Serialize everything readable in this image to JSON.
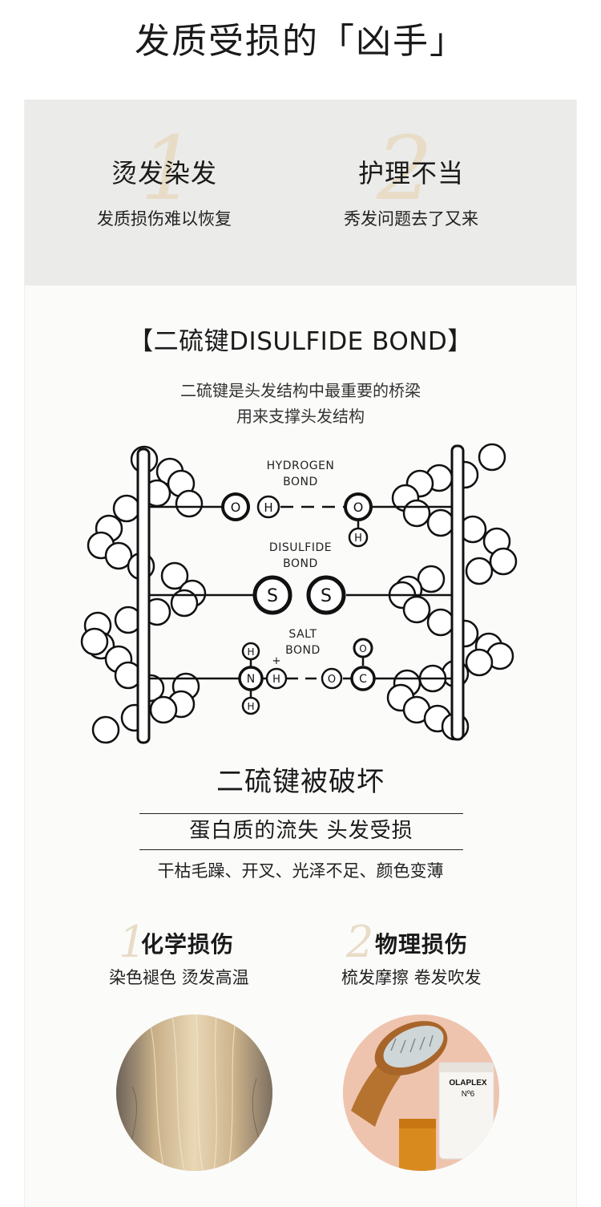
{
  "page_title": "发质受损的「凶手」",
  "causes": [
    {
      "num": "1",
      "title": "烫发染发",
      "subtitle": "发质损伤难以恢复"
    },
    {
      "num": "2",
      "title": "护理不当",
      "subtitle": "秀发问题去了又来"
    }
  ],
  "bond_section": {
    "title": "【二硫键DISULFIDE BOND】",
    "desc_line1": "二硫键是头发结构中最重要的桥梁",
    "desc_line2": "用来支撑头发结构"
  },
  "diagram": {
    "hydrogen_label": [
      "HYDROGEN",
      "BOND"
    ],
    "disulfide_label": [
      "DISULFIDE",
      "BOND"
    ],
    "salt_label": [
      "SALT",
      "BOND"
    ],
    "atoms": {
      "O": "O",
      "H": "H",
      "S": "S",
      "N": "N",
      "C": "C",
      "plus": "+"
    }
  },
  "damage_summary": {
    "title": "二硫键被破坏",
    "loss": "蛋白质的流失 头发受损",
    "symptoms": "干枯毛躁、开叉、光泽不足、颜色变薄"
  },
  "damage_types": [
    {
      "num": "1",
      "title": "化学损伤",
      "subtitle": "染色褪色 烫发高温"
    },
    {
      "num": "2",
      "title": "物理损伤",
      "subtitle": "梳发摩擦 卷发吹发"
    }
  ],
  "product_label": "OLAPLEX",
  "product_number": "Nº6",
  "colors": {
    "band": "#ebebea",
    "accent_numeral": "#e8dcc6",
    "text": "#1a1a1a"
  }
}
